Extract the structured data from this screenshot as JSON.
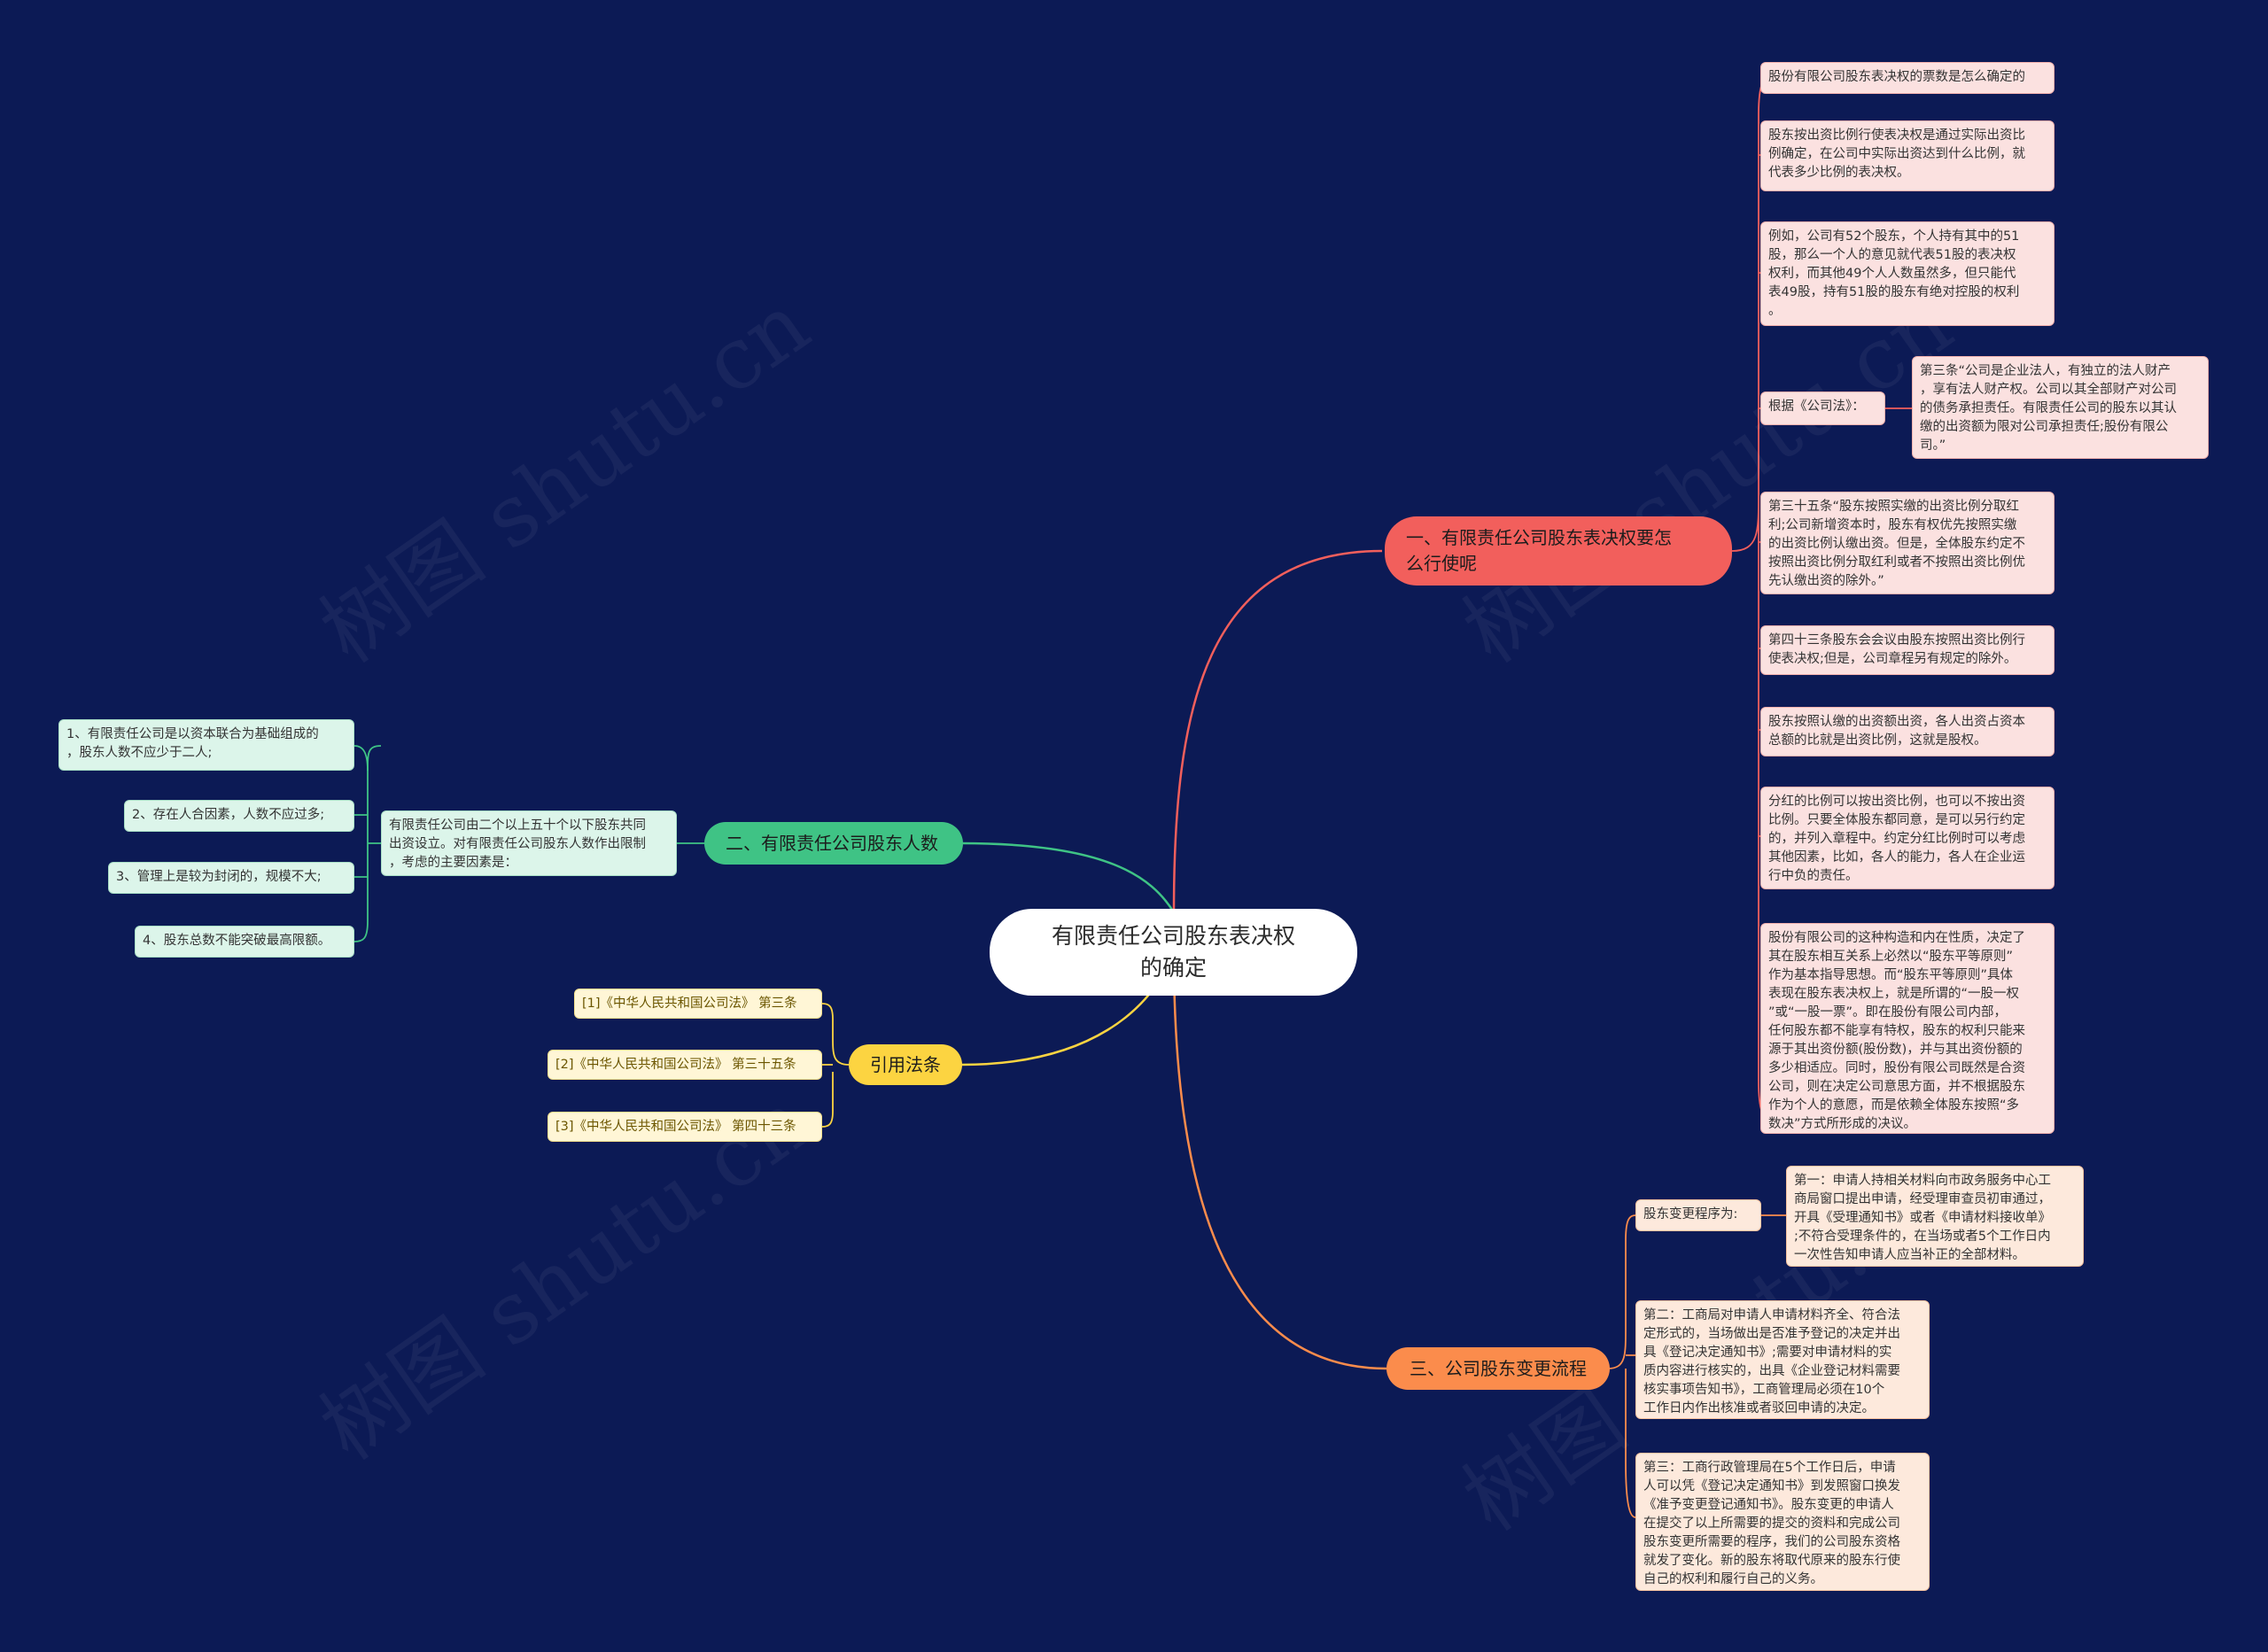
{
  "colors": {
    "background": "#0c1a55",
    "branch_red": "#f25f5c",
    "branch_green": "#3fc385",
    "branch_yellow": "#fcd441",
    "branch_orange": "#fb8c4c"
  },
  "watermark": "树图 shutu.cn",
  "root": {
    "title": "有限责任公司股东表决权\n的确定"
  },
  "branch1": {
    "label": "一、有限责任公司股东表决权要怎\n么行使呢",
    "items": [
      "股份有限公司股东表决权的票数是怎么确定的",
      "股东按出资比例行使表决权是通过实际出资比\n例确定，在公司中实际出资达到什么比例，就\n代表多少比例的表决权。",
      "例如，公司有52个股东，个人持有其中的51\n股，那么一个人的意见就代表51股的表决权\n权利，而其他49个人人数虽然多，但只能代\n表49股，持有51股的股东有绝对控股的权利\n。",
      "根据《公司法》：",
      "第三十五条“股东按照实缴的出资比例分取红\n利;公司新增资本时，股东有权优先按照实缴\n的出资比例认缴出资。但是，全体股东约定不\n按照出资比例分取红利或者不按照出资比例优\n先认缴出资的除外。”",
      "第四十三条股东会会议由股东按照出资比例行\n使表决权;但是，公司章程另有规定的除外。",
      "股东按照认缴的出资额出资，各人出资占资本\n总额的比就是出资比例，这就是股权。",
      "分红的比例可以按出资比例，也可以不按出资\n比例。只要全体股东都同意，是可以另行约定\n的，并列入章程中。约定分红比例时可以考虑\n其他因素，比如，各人的能力，各人在企业运\n行中负的责任。",
      "股份有限公司的这种构造和内在性质，决定了\n其在股东相互关系上必然以“股东平等原则”\n作为基本指导思想。而“股东平等原则”具体\n表现在股东表决权上，就是所谓的“一股一权\n”或“一股一票”。即在股份有限公司内部，\n任何股东都不能享有特权，股东的权利只能来\n源于其出资份额(股份数)，并与其出资份额的\n多少相适应。同时，股份有限公司既然是合资\n公司，则在决定公司意思方面，并不根据股东\n作为个人的意愿，而是依赖全体股东按照“多\n数决”方式所形成的决议。"
    ],
    "sub": "第三条“公司是企业法人，有独立的法人财产\n，享有法人财产权。公司以其全部财产对公司\n的债务承担责任。有限责任公司的股东以其认\n缴的出资额为限对公司承担责任;股份有限公\n司。”"
  },
  "branch2": {
    "label": "二、有限责任公司股东人数",
    "mid": "有限责任公司由二个以上五十个以下股东共同\n出资设立。对有限责任公司股东人数作出限制\n，考虑的主要因素是：",
    "items": [
      "1、有限责任公司是以资本联合为基础组成的\n，股东人数不应少于二人;",
      "2、存在人合因素，人数不应过多;",
      "3、管理上是较为封闭的，规模不大;",
      "4、股东总数不能突破最高限额。"
    ]
  },
  "branch3": {
    "label": "引用法条",
    "items": [
      "[1]《中华人民共和国公司法》 第三条",
      "[2]《中华人民共和国公司法》 第三十五条",
      "[3]《中华人民共和国公司法》 第四十三条"
    ]
  },
  "branch4": {
    "label": "三、公司股东变更流程",
    "items": [
      "股东变更程序为:",
      "第二：工商局对申请人申请材料齐全、符合法\n定形式的，当场做出是否准予登记的决定并出\n具《登记决定通知书》;需要对申请材料的实\n质内容进行核实的，出具《企业登记材料需要\n核实事项告知书》，工商管理局必须在10个\n工作日内作出核准或者驳回申请的决定。",
      "第三：工商行政管理局在5个工作日后，申请\n人可以凭《登记决定通知书》到发照窗口换发\n《准予变更登记通知书》。股东变更的申请人\n在提交了以上所需要的提交的资料和完成公司\n股东变更所需要的程序，我们的公司股东资格\n就发了变化。新的股东将取代原来的股东行使\n自己的权利和履行自己的义务。"
    ],
    "sub": "第一：申请人持相关材料向市政务服务中心工\n商局窗口提出申请，经受理审查员初审通过，\n开具《受理通知书》或者《申请材料接收单》\n;不符合受理条件的，在当场或者5个工作日内\n一次性告知申请人应当补正的全部材料。"
  }
}
